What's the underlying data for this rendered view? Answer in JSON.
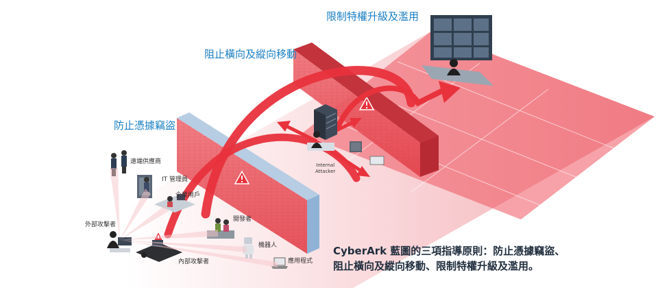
{
  "labels": {
    "privilege": "限制特權升級及濫用",
    "movement": "阻止橫向及縱向移動",
    "credential": "防止憑據竊盜",
    "remote_vendor": "遠端供應商",
    "it_admin": "IT 管理員",
    "enterprise_user": "企業用戶",
    "external_attacker": "外部攻擊者",
    "developer": "開發者",
    "robot": "機器人",
    "insider_attacker": "內部攻擊者",
    "application": "應用程式",
    "internal_attacker_1": "Internal",
    "internal_attacker_2": "Attacker"
  },
  "caption": {
    "line1": "CyberArk 藍圖的三項指導原則：防止憑據竊盜、",
    "line2": "阻止橫向及縱向移動、限制特權升級及濫用。"
  },
  "colors": {
    "accent_red": "#e8323c",
    "wall_red": "#e65a62",
    "floor_pink": "#f6c7cb",
    "label_blue": "#1a7fc4",
    "caption_text": "#1f2d3d"
  }
}
